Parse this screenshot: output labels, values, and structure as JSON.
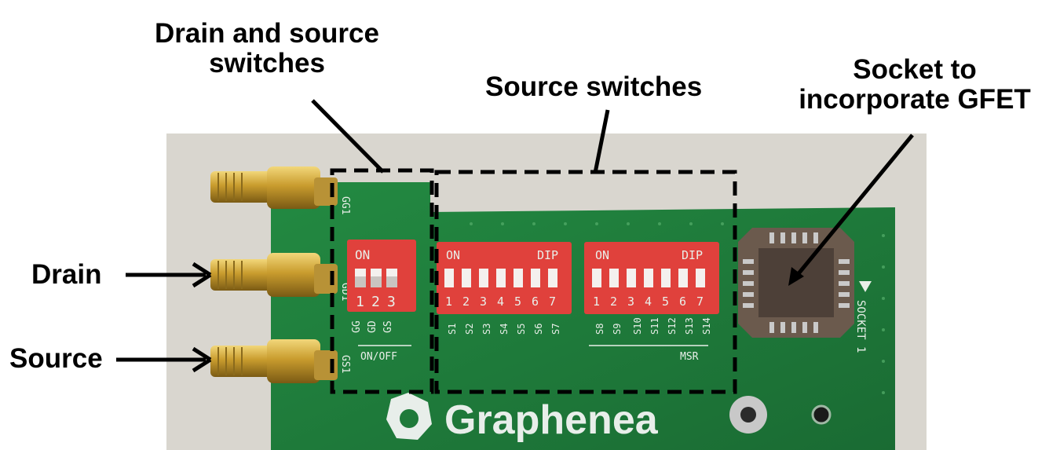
{
  "annotations": {
    "drain_source_switches": [
      "Drain and source",
      "switches"
    ],
    "source_switches": "Source switches",
    "socket": [
      "Socket to",
      "incorporate GFET"
    ],
    "drain": "Drain",
    "source": "Source"
  },
  "board": {
    "brand": "Graphenea",
    "connector_labels": [
      "GG1",
      "GD1",
      "GS1"
    ],
    "switch_block_1": {
      "on": "ON",
      "numbers": [
        "1",
        "2",
        "3"
      ],
      "signals": [
        "GG",
        "GD",
        "GS"
      ],
      "group_label": "ON/OFF"
    },
    "switch_block_2": {
      "on": "ON",
      "dip": "DIP",
      "numbers": [
        "1",
        "2",
        "3",
        "4",
        "5",
        "6",
        "7"
      ],
      "signals": [
        "S1",
        "S2",
        "S3",
        "S4",
        "S5",
        "S6",
        "S7"
      ]
    },
    "switch_block_3": {
      "on": "ON",
      "dip": "DIP",
      "numbers": [
        "1",
        "2",
        "3",
        "4",
        "5",
        "6",
        "7"
      ],
      "signals": [
        "S8",
        "S9",
        "S10",
        "S11",
        "S12",
        "S13",
        "S14"
      ],
      "group_label": "MSR"
    },
    "socket_label": "SOCKET 1"
  },
  "colors": {
    "pcb": "#1f7a3a",
    "dip_switch": "#e0413c",
    "background_surface": "#d9d6cf",
    "connector": "#c9a336"
  }
}
